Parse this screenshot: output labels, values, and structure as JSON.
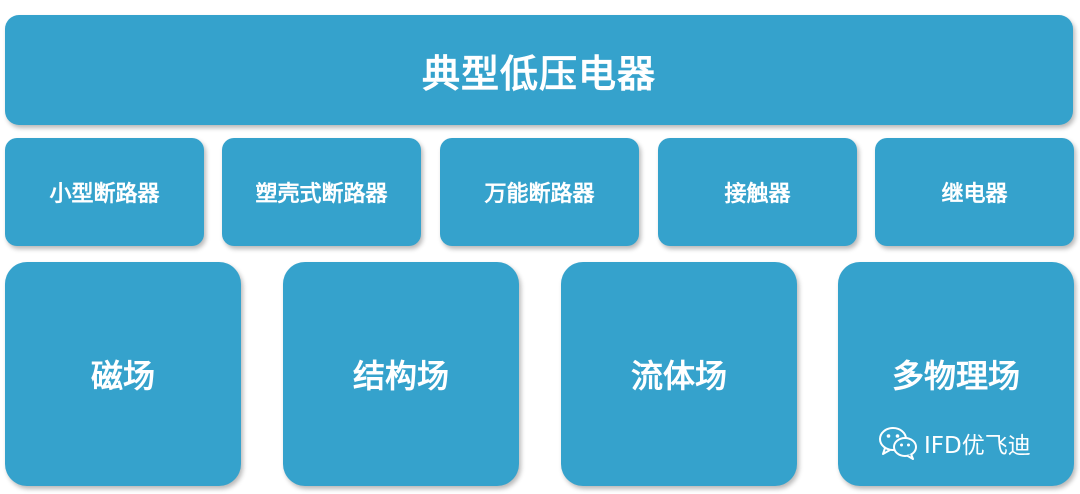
{
  "title": "典型低压电器",
  "breakers": [
    "小型断路器",
    "塑壳式断路器",
    "万能断路器",
    "接触器",
    "继电器"
  ],
  "fields": [
    "磁场",
    "结构场",
    "流体场",
    "多物理场"
  ],
  "watermark": {
    "icon": "wechat-icon",
    "text": "IFD优飞迪"
  },
  "colors": {
    "box_fill": "#35a2cc",
    "text": "#ffffff"
  }
}
